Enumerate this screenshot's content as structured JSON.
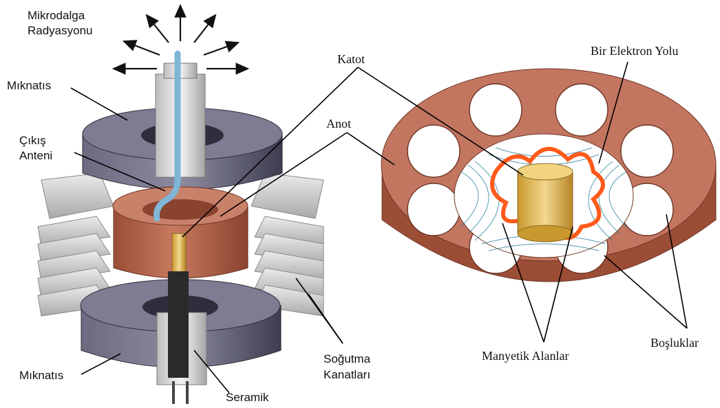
{
  "left_labels": {
    "microwave": [
      "Mikrodalga",
      "Radyasyonu"
    ],
    "magnet_top": "Mıknatıs",
    "output_antenna": [
      "Çıkış",
      "Anteni"
    ],
    "magnet_bottom": "Mıknatıs",
    "cooling_fins": [
      "Soğutma",
      "Kanatları"
    ],
    "ceramic": "Seramik"
  },
  "center_labels": {
    "cathode": "Katot",
    "anode": "Anot"
  },
  "right_labels": {
    "electron_path": "Bir Elektron Yolu",
    "magnetic_fields": "Manyetik Alanlar",
    "cavities": "Boşluklar"
  },
  "colors": {
    "magnet": "#55546a",
    "copper": "#b5654c",
    "fin": "#c9c9c9",
    "cathode": "#e8c06a",
    "electron_path": "#ff5a1a",
    "field_lines": "#2a7fa0"
  }
}
